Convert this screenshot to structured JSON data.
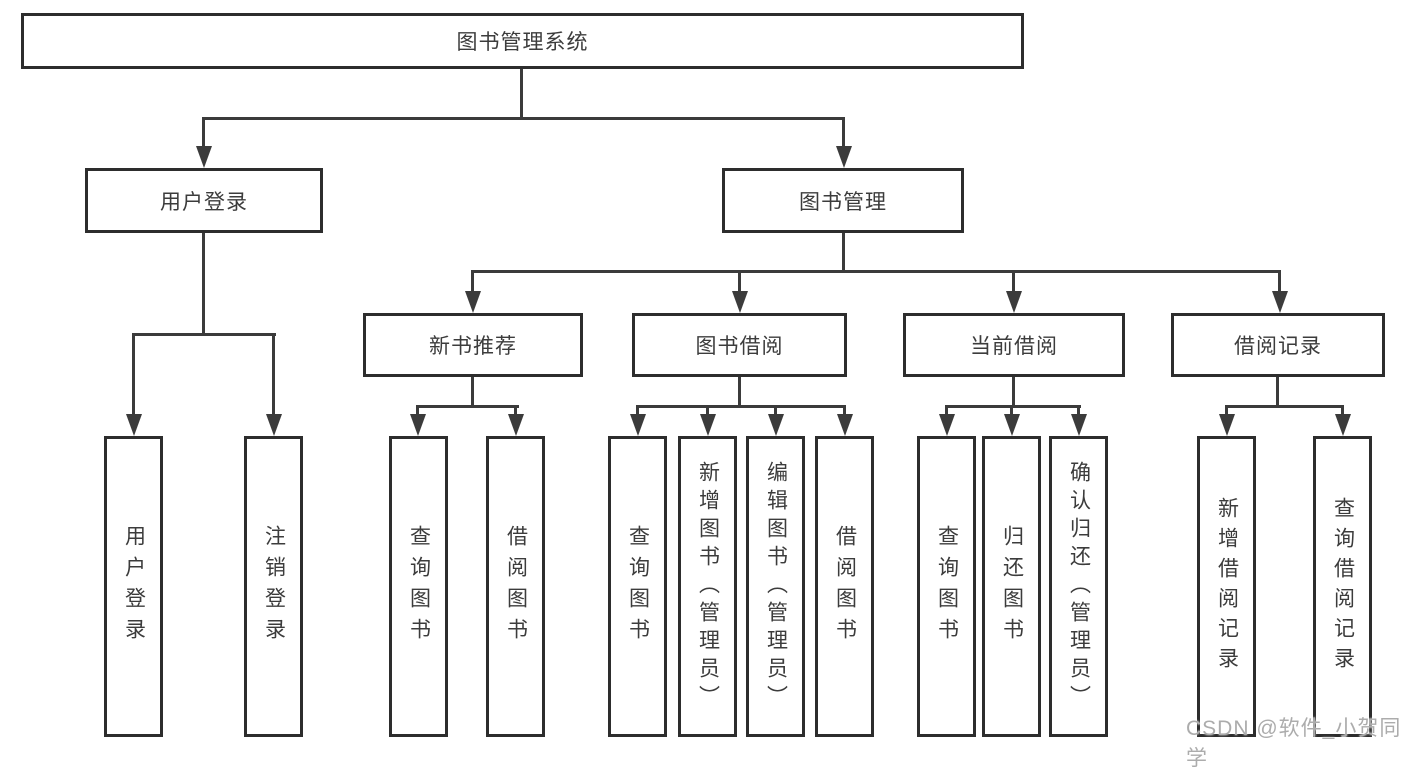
{
  "diagram": {
    "title": "图书管理系统",
    "level2": {
      "login": "用户登录",
      "management": "图书管理"
    },
    "level3": {
      "newbook": "新书推荐",
      "borrow": "图书借阅",
      "current": "当前借阅",
      "records": "借阅记录"
    },
    "leaves": {
      "login_children": [
        "用户登录",
        "注销登录"
      ],
      "newbook_children": [
        "查询图书",
        "借阅图书"
      ],
      "borrow_children": [
        "查询图书",
        "新增图书（管理员）",
        "编辑图书（管理员）",
        "借阅图书"
      ],
      "current_children": [
        "查询图书",
        "归还图书",
        "确认归还（管理员）"
      ],
      "records_children": [
        "新增借阅记录",
        "查询借阅记录"
      ]
    }
  },
  "watermark": "CSDN @软件_小贺同学",
  "colors": {
    "line": "#3b3b3b",
    "box_border": "#2d2d2d",
    "text": "#3c3c3c",
    "watermark": "#acacac",
    "background": "#ffffff"
  }
}
